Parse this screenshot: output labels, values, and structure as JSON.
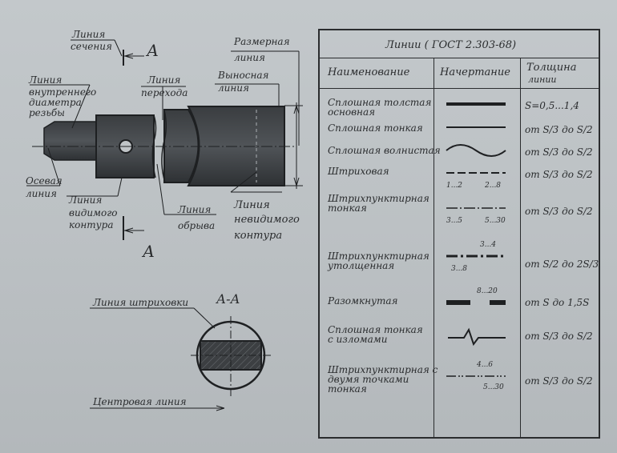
{
  "drawing": {
    "labels": {
      "section_line": [
        "Линия",
        "сечения"
      ],
      "section_letter_top": "А",
      "section_letter_bottom": "А",
      "dimension_line": [
        "Размерная",
        "линия"
      ],
      "internal_thread": [
        "Линия",
        "внутреннего",
        "диаметра",
        "резьбы"
      ],
      "transition_line": [
        "Линия",
        "перехода"
      ],
      "extension_line": [
        "Выносная",
        "линия"
      ],
      "axis_line": [
        "Осевая",
        "линия"
      ],
      "visible_contour": [
        "Линия",
        "видимого",
        "контура"
      ],
      "break_line": [
        "Линия",
        "обрыва"
      ],
      "invisible_contour": [
        "Линия",
        "невидимого",
        "контура"
      ],
      "hatching_line": "Линия штриховки",
      "section_name": "А-А",
      "center_line": "Центровая линия"
    }
  },
  "table": {
    "title": "Линии    ( ГОСТ 2.303-68)",
    "col_name": "Наименование",
    "col_style": "Начертание",
    "col_thickness": [
      "Толщина",
      "линии"
    ],
    "rows": [
      {
        "name": [
          "Сплошная толстая",
          "основная"
        ],
        "thickness": "S=0,5...1,4"
      },
      {
        "name": [
          "Сплошная тонкая"
        ],
        "thickness": "от S/3 до S/2"
      },
      {
        "name": [
          "Сплошная волнистая"
        ],
        "thickness": "от S/3 до S/2"
      },
      {
        "name": [
          "Штриховая"
        ],
        "thickness": "от S/3 до S/2",
        "dims": [
          "1...2",
          "2...8"
        ]
      },
      {
        "name": [
          "Штрихпунктирная",
          "тонкая"
        ],
        "thickness": "от S/3 до S/2",
        "dims": [
          "3...5",
          "5...30"
        ]
      },
      {
        "name": [
          "Штрихпунктирная",
          "утолщенная"
        ],
        "thickness": "от S/2 до 2S/3",
        "dims": [
          "3...4",
          "3...8"
        ]
      },
      {
        "name": [
          "Разомкнутая"
        ],
        "thickness": "от S до 1,5S",
        "dims": [
          "8...20"
        ]
      },
      {
        "name": [
          "Сплошная тонкая",
          "с изломами"
        ],
        "thickness": "от S/3 до S/2"
      },
      {
        "name": [
          "Штрихпунктирная с",
          "двумя точками",
          "тонкая"
        ],
        "thickness": "от S/3 до S/2",
        "dims": [
          "4...6",
          "5...30"
        ]
      }
    ]
  }
}
